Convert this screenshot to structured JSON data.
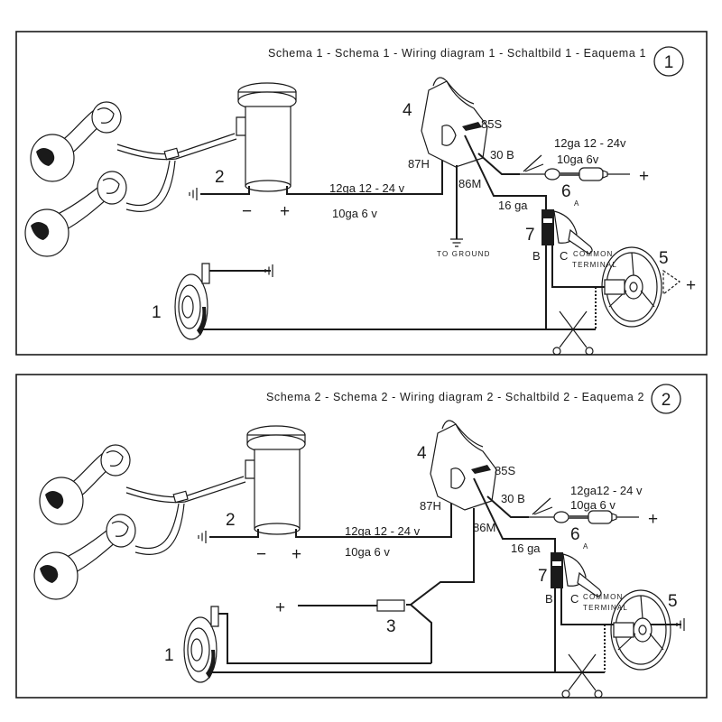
{
  "panels": [
    {
      "title": "Schema 1  - Schema  1 - Wiring diagram 1 - Schaltbild 1 -  Eaquema 1",
      "badge": "1",
      "labels": {
        "compressor": "2",
        "minus": "−",
        "plus": "+",
        "main_wire_a": "12ga  12 - 24 v",
        "main_wire_b": "10ga  6 v",
        "relay": "4",
        "pin_85": "85S",
        "pin_87": "87H",
        "pin_30": "30 B",
        "pin_86": "86M",
        "ground": "TO  GROUND",
        "supply_wire_a": "12ga  12 - 24v",
        "supply_wire_b": "10ga   6v",
        "supply_plus": "+",
        "fuse_holder": "6",
        "fuse_a": "A",
        "signal_wire": "16 ga",
        "switch": "7",
        "term_b": "B",
        "term_c": "C",
        "common": "COMMON",
        "terminal": "TERMINAL",
        "wheel": "5",
        "wheel_plus": "+",
        "horn": "1"
      }
    },
    {
      "title": "Schema 2 - Schema 2 - Wiring diagram 2 - Schaltbild 2 - Eaquema 2",
      "badge": "2",
      "labels": {
        "compressor": "2",
        "minus": "−",
        "plus": "+",
        "main_wire_a": "12ga  12 - 24 v",
        "main_wire_b": "10ga  6 v",
        "relay": "4",
        "pin_85": "85S",
        "pin_87": "87H",
        "pin_30": "30 B",
        "pin_86": "86M",
        "supply_wire_a": "12ga12 - 24 v",
        "supply_wire_b": "10ga  6 v",
        "supply_plus": "+",
        "fuse_holder": "6",
        "fuse_a": "A",
        "signal_wire": "16 ga",
        "switch": "7",
        "term_b": "B",
        "term_c": "C",
        "common": "COMMON",
        "terminal": "TERMINAL",
        "wheel": "5",
        "horn": "1",
        "inline_fuse": "3",
        "fuse_plus": "+"
      }
    }
  ]
}
